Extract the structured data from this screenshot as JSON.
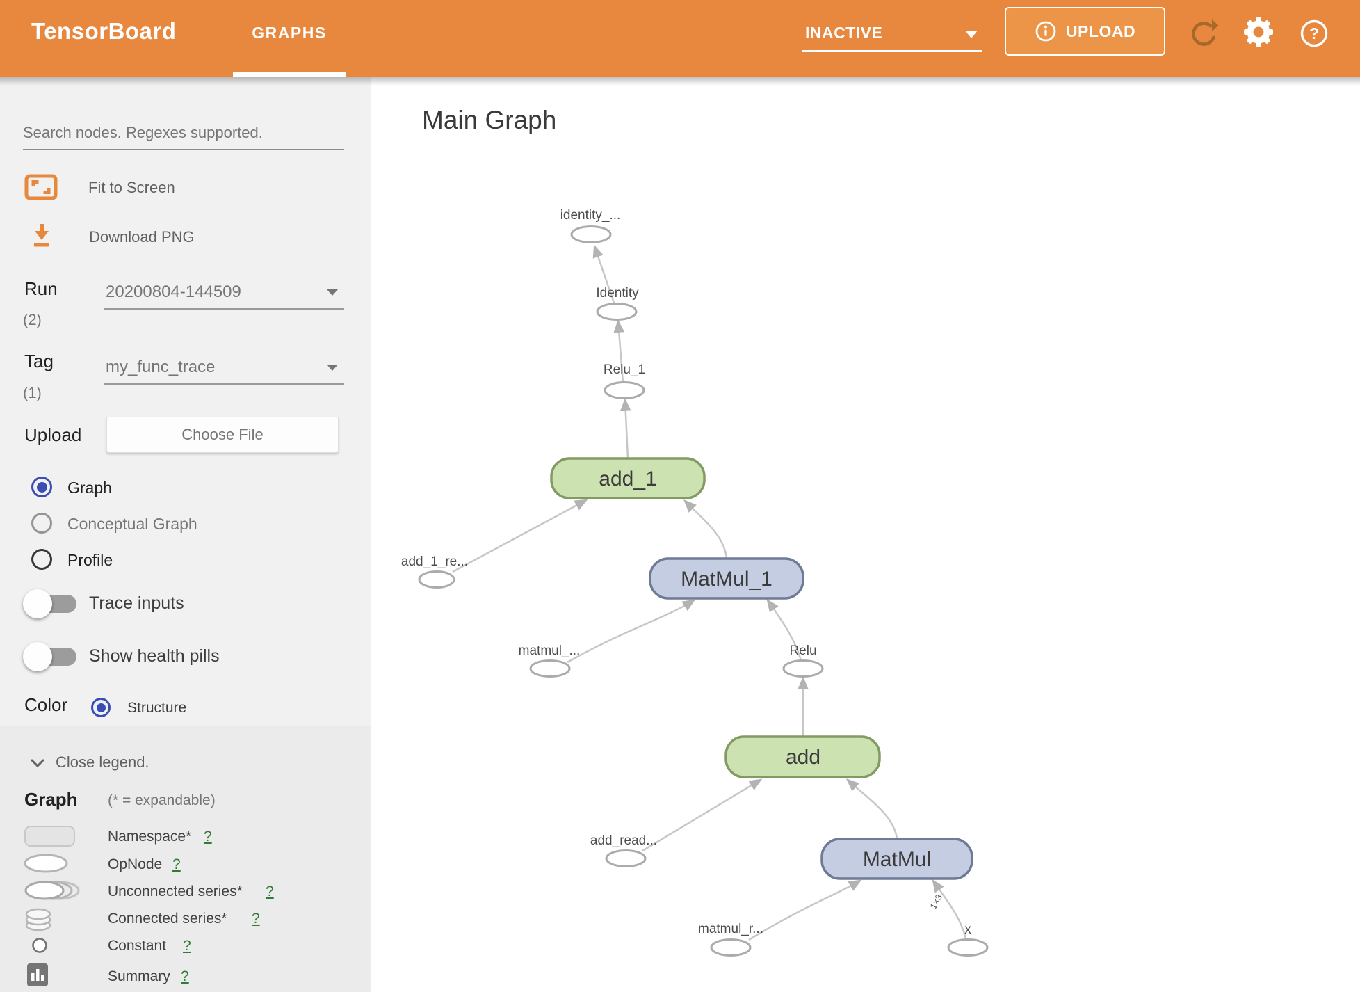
{
  "header": {
    "logo": "TensorBoard",
    "tab": "GRAPHS",
    "run_selector_value": "INACTIVE",
    "upload_label": "UPLOAD"
  },
  "sidebar": {
    "search_placeholder": "Search nodes. Regexes supported.",
    "fit_to_screen": "Fit to Screen",
    "download_png": "Download PNG",
    "run": {
      "label": "Run",
      "count": "(2)",
      "value": "20200804-144509"
    },
    "tag": {
      "label": "Tag",
      "count": "(1)",
      "value": "my_func_trace"
    },
    "upload": {
      "label": "Upload",
      "button": "Choose File"
    },
    "views": [
      {
        "label": "Graph",
        "selected": true
      },
      {
        "label": "Conceptual Graph",
        "selected": false
      },
      {
        "label": "Profile",
        "selected": false
      }
    ],
    "toggles": [
      {
        "label": "Trace inputs",
        "on": false
      },
      {
        "label": "Show health pills",
        "on": false
      }
    ],
    "color_by": {
      "label": "Color",
      "option": "Structure"
    }
  },
  "legend": {
    "close": "Close legend.",
    "title": "Graph",
    "subtitle": "(* = expandable)",
    "items": [
      {
        "label": "Namespace*",
        "help": "?"
      },
      {
        "label": "OpNode",
        "help": "?"
      },
      {
        "label": "Unconnected series*",
        "help": "?"
      },
      {
        "label": "Connected series*",
        "help": "?"
      },
      {
        "label": "Constant",
        "help": "?"
      },
      {
        "label": "Summary",
        "help": "?"
      }
    ]
  },
  "main": {
    "title": "Main Graph"
  },
  "graph": {
    "op_nodes": [
      {
        "label": "add_1",
        "kind": "namespace-green"
      },
      {
        "label": "MatMul_1",
        "kind": "namespace-blue"
      },
      {
        "label": "add",
        "kind": "namespace-green"
      },
      {
        "label": "MatMul",
        "kind": "namespace-blue"
      }
    ],
    "io_nodes": [
      {
        "label": "identity_..."
      },
      {
        "label": "Identity"
      },
      {
        "label": "Relu_1"
      },
      {
        "label": "add_1_re..."
      },
      {
        "label": "matmul_..."
      },
      {
        "label": "Relu"
      },
      {
        "label": "add_read..."
      },
      {
        "label": "matmul_r..."
      },
      {
        "label": "x"
      }
    ],
    "edge_label": "1×3"
  },
  "colors": {
    "header_orange": "#e8883e",
    "node_green_fill": "#cde2b1",
    "node_green_border": "#829b64",
    "node_blue_fill": "#c5cde2",
    "node_blue_border": "#6e7a96",
    "help_link_green": "#2e7d32",
    "radio_blue": "#3a4db4"
  }
}
